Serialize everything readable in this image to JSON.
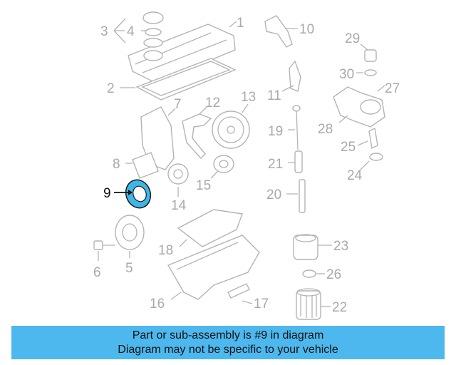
{
  "labels": {
    "l1": "1",
    "l2": "2",
    "l3": "3",
    "l4": "4",
    "l5": "5",
    "l6": "6",
    "l7": "7",
    "l8": "8",
    "l9": "9",
    "l10": "10",
    "l11": "11",
    "l12": "12",
    "l13": "13",
    "l14": "14",
    "l15": "15",
    "l16": "16",
    "l17": "17",
    "l18": "18",
    "l19": "19",
    "l20": "20",
    "l21": "21",
    "l22": "22",
    "l23": "23",
    "l24": "24",
    "l25": "25",
    "l26": "26",
    "l27": "27",
    "l28": "28",
    "l29": "29",
    "l30": "30"
  },
  "highlight": {
    "part_number": "9",
    "color": "#3fb6e8"
  },
  "banner": {
    "line1": "Part or sub-assembly is #9 in diagram",
    "line2": "Diagram may not be specific to your vehicle",
    "color": "#4db8ee"
  }
}
